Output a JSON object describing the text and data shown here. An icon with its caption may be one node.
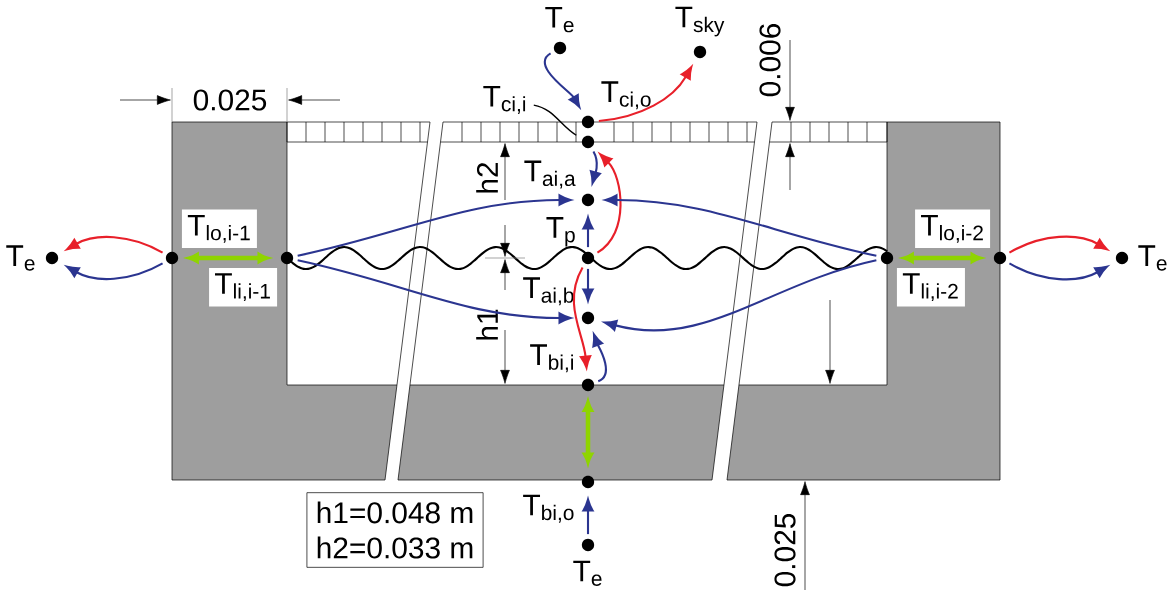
{
  "diagram": {
    "nodes": [
      {
        "text": [
          "T$_{e}$"
        ]
      },
      {
        "text": [
          "T$_{sky}$"
        ]
      },
      {
        "text": [
          "T$_{ci,o}$"
        ]
      },
      {
        "text": [
          "T$_{ci,i}$"
        ]
      },
      {
        "text": [],
        "shape": "circle"
      },
      {
        "text": [
          "T$_{ai,a}$"
        ]
      },
      {
        "text": [
          "T$_{e}$"
        ]
      },
      {
        "text": [
          "T$_{lo,i-1}$"
        ]
      },
      {
        "text": [
          "T$_{li,i-1}$"
        ]
      },
      {
        "text": [
          "T$_{p}$"
        ]
      },
      {
        "text": [
          "T$_{li,i-2}$"
        ]
      },
      {
        "text": [
          "T$_{lo,i-2}$"
        ]
      },
      {
        "text": [
          "T$_{e}$"
        ]
      },
      {
        "text": [
          "T$_{ai,b}$"
        ]
      },
      {
        "text": [
          "T$_{bi,i}$"
        ]
      },
      {
        "text": [
          "T$_{bi,o}$"
        ]
      },
      {
        "text": [
          "T$_{e}$"
        ]
      },
      {
        "text": [
          "h1=0.048 m",
          "h2=0.033 m"
        ]
      }
    ],
    "edges": [
      {
        "from": 0,
        "to": 2,
        "arrow": "to"
      },
      {
        "from": 2,
        "to": 1,
        "arrow": "to",
        "color": "#e8202a"
      },
      {
        "from": 4,
        "to": 5,
        "arrow": "to"
      },
      {
        "from": 9,
        "to": 4,
        "arrow": "to",
        "color": "#e8202a"
      },
      {
        "from": 9,
        "to": 14,
        "arrow": "to",
        "color": "#e8202a"
      },
      {
        "from": 9,
        "to": 5,
        "arrow": "to"
      },
      {
        "from": 9,
        "to": 13,
        "arrow": "to"
      },
      {
        "from": 14,
        "to": 13,
        "arrow": "to"
      },
      {
        "from": 8,
        "to": 5,
        "arrow": "to"
      },
      {
        "from": 8,
        "to": 13,
        "arrow": "to"
      },
      {
        "from": 10,
        "to": 5,
        "arrow": "to"
      },
      {
        "from": 10,
        "to": 13,
        "arrow": "to"
      },
      {
        "from": 7,
        "to": 6,
        "arrow": "to",
        "color": "#e8202a"
      },
      {
        "from": 7,
        "to": 6,
        "arrow": "to"
      },
      {
        "from": 11,
        "to": 12,
        "arrow": "to",
        "color": "#e8202a"
      },
      {
        "from": 11,
        "to": 12,
        "arrow": "to"
      },
      {
        "from": 7,
        "to": 8,
        "arrow": "both",
        "style": "thick",
        "color": "#8fd400"
      },
      {
        "from": 10,
        "to": 11,
        "arrow": "both",
        "style": "thick",
        "color": "#8fd400"
      },
      {
        "from": 14,
        "to": 15,
        "arrow": "both",
        "style": "thick",
        "color": "#8fd400"
      },
      {
        "from": 16,
        "to": 15,
        "arrow": "to"
      },
      {
        "from": 3,
        "to": 4,
        "arrow": "none",
        "color": "#000000"
      }
    ],
    "labels": [
      "0.006",
      "0.025",
      "h2",
      "h1",
      "0.025"
    ]
  }
}
